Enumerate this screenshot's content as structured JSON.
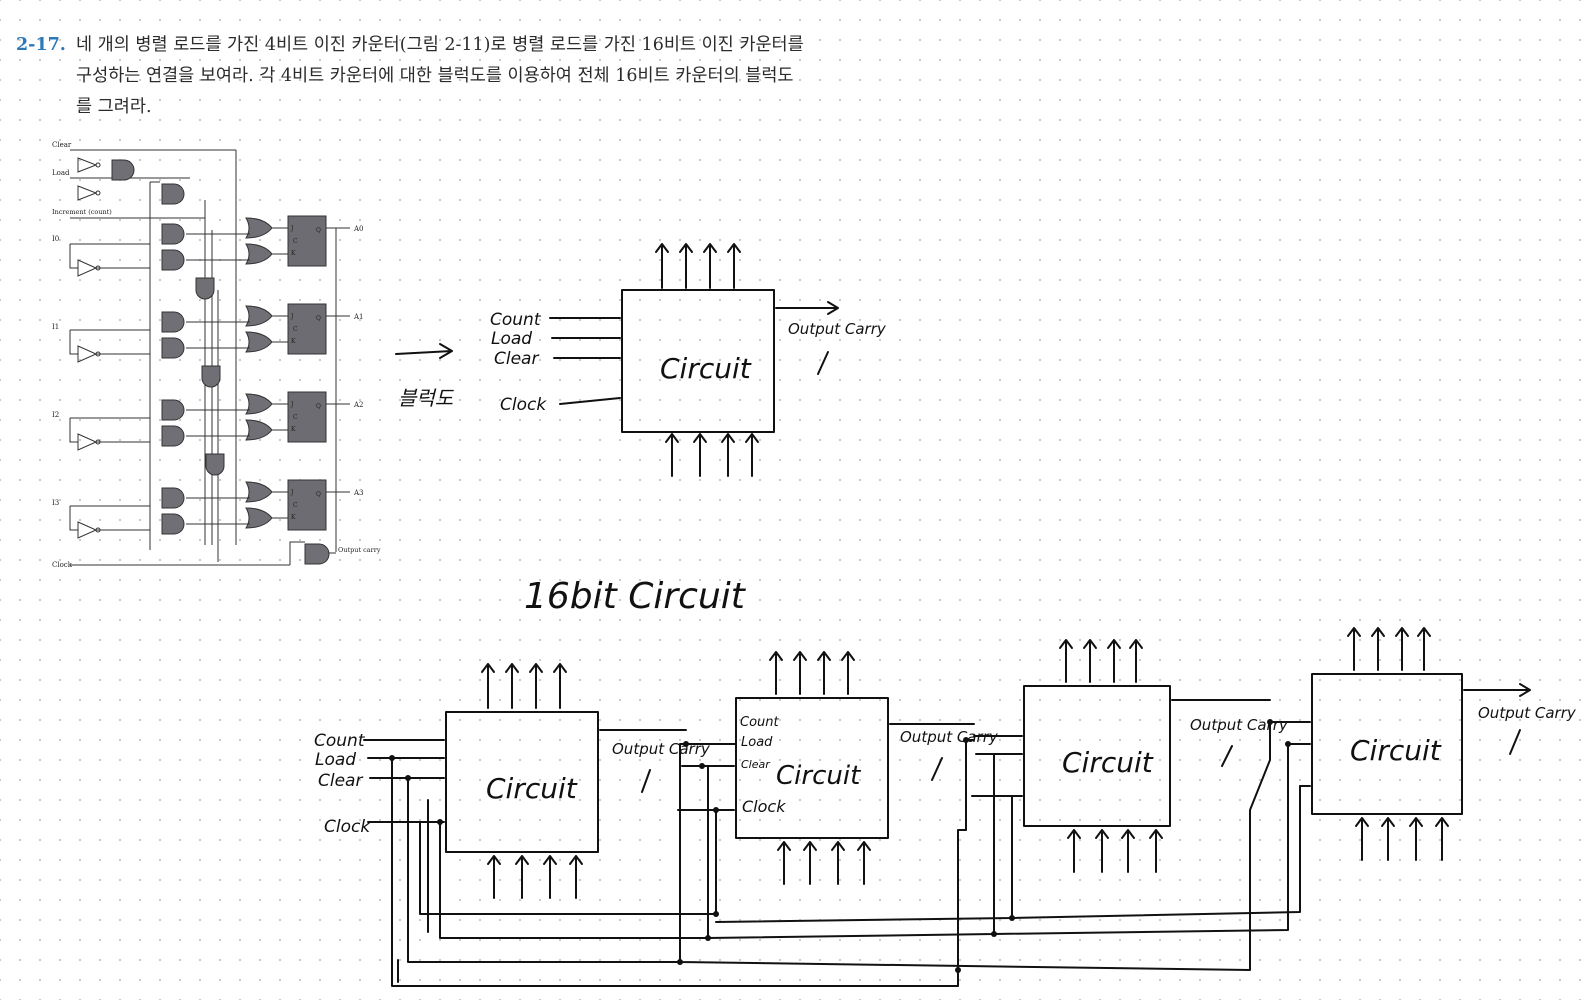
{
  "problem": {
    "number": "2-17.",
    "text": "네 개의 병렬 로드를 가진 4비트 이진 카운터(그림 2-11)로 병렬 로드를 가진 16비트 이진 카운터를 구성하는 연결을 보여라. 각 4비트 카운터에 대한 블럭도를 이용하여 전체 16비트 카운터의 블럭도를 그려라."
  },
  "schematic": {
    "inputs": [
      "Clear",
      "Load",
      "Increment (count)",
      "I0",
      "I1",
      "I2",
      "I3",
      "Clock"
    ],
    "outputs": [
      "A0",
      "A1",
      "A2",
      "A3"
    ],
    "carry_label": "Output carry",
    "ff_pins": [
      "J",
      "C",
      "K",
      "Q"
    ]
  },
  "arrow_note": "블럭도",
  "block": {
    "label": "Circuit",
    "inputs": [
      "Count",
      "Load",
      "Clear",
      "Clock"
    ],
    "output": "Output Carry"
  },
  "sixteen": {
    "title": "16bit Circuit",
    "input_labels": [
      "Count",
      "Load",
      "Clear",
      "Clock"
    ],
    "block_label": "Circuit",
    "carry_label": "Output Carry",
    "second_block_inputs": [
      "Count",
      "Load",
      "Clear",
      "Clock"
    ]
  }
}
